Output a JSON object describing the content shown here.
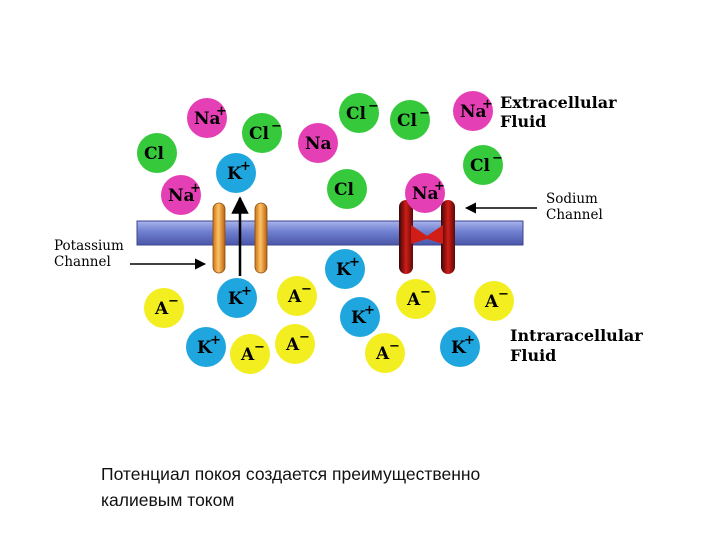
{
  "colors": {
    "na": "#e43fb5",
    "cl": "#35c93b",
    "k": "#1fa6de",
    "a": "#f2ee20",
    "membrane": "#7d8ad6",
    "k_channel": "#f0a035",
    "na_channel": "#c0150f"
  },
  "labels": {
    "extracellular_line1": "Extracellular",
    "extracellular_line2": "Fluid",
    "intracellular_line1": "Intraracellular",
    "intracellular_line2": "Fluid",
    "sodium_channel_line1": "Sodium",
    "sodium_channel_line2": "Channel",
    "potassium_channel_line1": "Potassium",
    "potassium_channel_line2": "Channel"
  },
  "ions": [
    {
      "symbol": "Na",
      "charge": "+",
      "type": "na"
    },
    {
      "symbol": "Cl",
      "charge": "−",
      "type": "cl"
    },
    {
      "symbol": "Cl",
      "charge": "−",
      "type": "cl"
    },
    {
      "symbol": "Cl",
      "charge": "",
      "type": "cl"
    },
    {
      "symbol": "Na",
      "charge": "+",
      "type": "na"
    },
    {
      "symbol": "Cl",
      "charge": "−",
      "type": "cl"
    },
    {
      "symbol": "Na",
      "charge": "",
      "type": "na"
    },
    {
      "symbol": "K",
      "charge": "+",
      "type": "k"
    },
    {
      "symbol": "Cl",
      "charge": "−",
      "type": "cl"
    },
    {
      "symbol": "Na",
      "charge": "+",
      "type": "na"
    },
    {
      "symbol": "Cl",
      "charge": "",
      "type": "cl"
    },
    {
      "symbol": "Na",
      "charge": "+",
      "type": "na"
    },
    {
      "symbol": "K",
      "charge": "+",
      "type": "k"
    },
    {
      "symbol": "A",
      "charge": "−",
      "type": "a"
    },
    {
      "symbol": "K",
      "charge": "+",
      "type": "k"
    },
    {
      "symbol": "A",
      "charge": "−",
      "type": "a"
    },
    {
      "symbol": "K",
      "charge": "+",
      "type": "k"
    },
    {
      "symbol": "A",
      "charge": "−",
      "type": "a"
    },
    {
      "symbol": "A",
      "charge": "−",
      "type": "a"
    },
    {
      "symbol": "K",
      "charge": "+",
      "type": "k"
    },
    {
      "symbol": "A",
      "charge": "−",
      "type": "a"
    },
    {
      "symbol": "A",
      "charge": "−",
      "type": "a"
    },
    {
      "symbol": "A",
      "charge": "−",
      "type": "a"
    },
    {
      "symbol": "K",
      "charge": "+",
      "type": "k"
    }
  ],
  "caption": {
    "line1": "Потенциал покоя создается преимущественно",
    "line2": "калиевым током"
  }
}
